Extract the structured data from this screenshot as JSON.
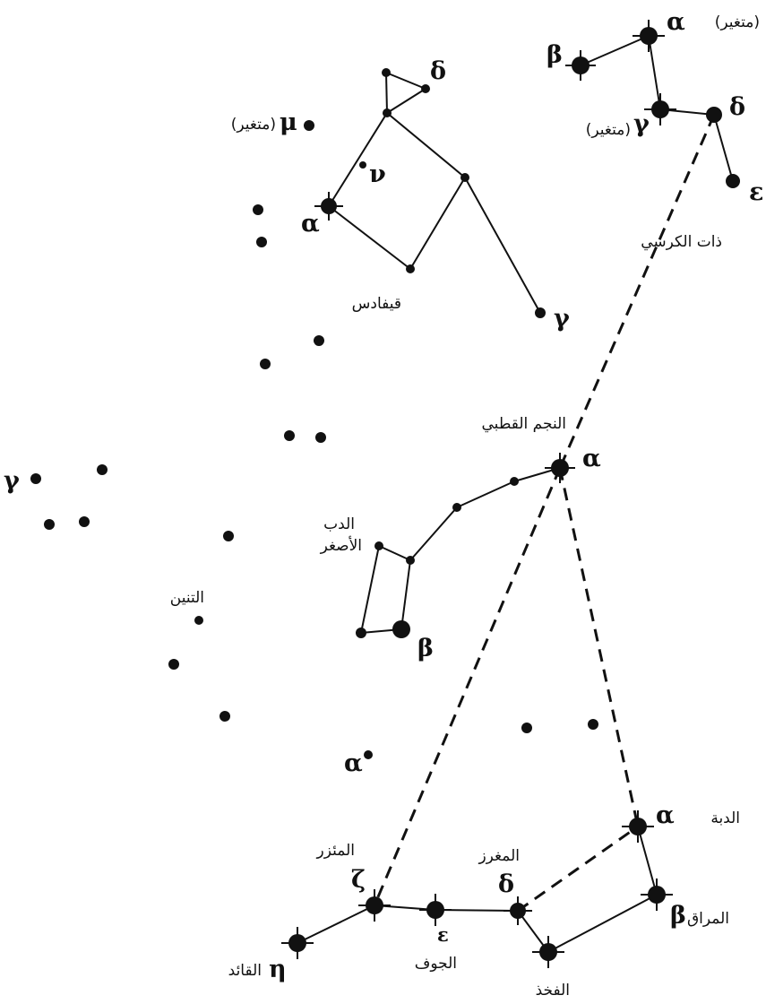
{
  "constellations": {
    "cassiopeia": "ذات الكرسي",
    "cepheus": "قيفادس",
    "ursa_minor": "الدب\nالأصغر",
    "draco": "التنين"
  },
  "labels": {
    "polaris": "النجم القطبي",
    "variable": "(متغير)",
    "alcor_region_dubhe": "الدبة",
    "merak": "المراق",
    "phecda": "الفخذ",
    "megrez": "المغرز",
    "alioth": "الجوف",
    "mizar": "المئزر",
    "alkaid": "القائد"
  },
  "greek": {
    "alpha": "α",
    "beta": "β",
    "gamma": "γ",
    "delta": "δ",
    "epsilon": "ε",
    "zeta": "ζ",
    "eta": "η",
    "mu": "μ",
    "nu": "ν"
  },
  "colors": {
    "ink": "#111111",
    "paper": "#ffffff"
  }
}
